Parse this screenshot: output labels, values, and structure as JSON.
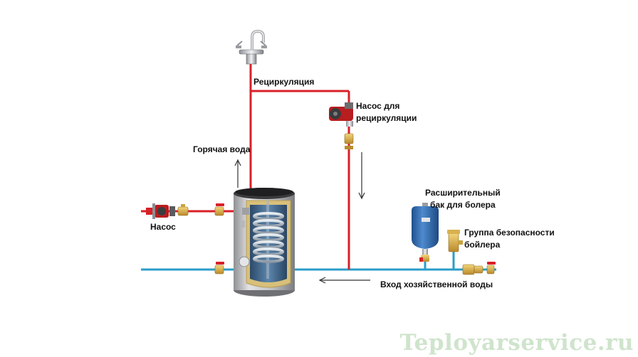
{
  "labels": {
    "recirculation": "Рециркуляция",
    "recirc_pump": "Насос для\nрециркуляции",
    "hot_water": "Горячая вода",
    "pump": "Насос",
    "expansion_tank": "Расширительный\nбак для болера",
    "safety_group": "Группа безопасности\nбойлера",
    "inlet": "Вход хозяйственной воды"
  },
  "watermark": "Teployarservice.ru",
  "colors": {
    "hot_pipe": "#d92027",
    "cold_pipe": "#2a9dc8",
    "tank_body": "#c9c9cb",
    "tank_lining": "#d8c07a",
    "expansion_tank": "#2f6fb3",
    "watermark": "#cfe4cc"
  },
  "icons": [
    "faucet-icon",
    "pump-icon",
    "recirculation-pump-icon",
    "valve-icon",
    "check-valve-icon",
    "expansion-tank-icon",
    "safety-group-icon",
    "boiler-icon",
    "coil-icon",
    "flow-arrow-icon"
  ]
}
